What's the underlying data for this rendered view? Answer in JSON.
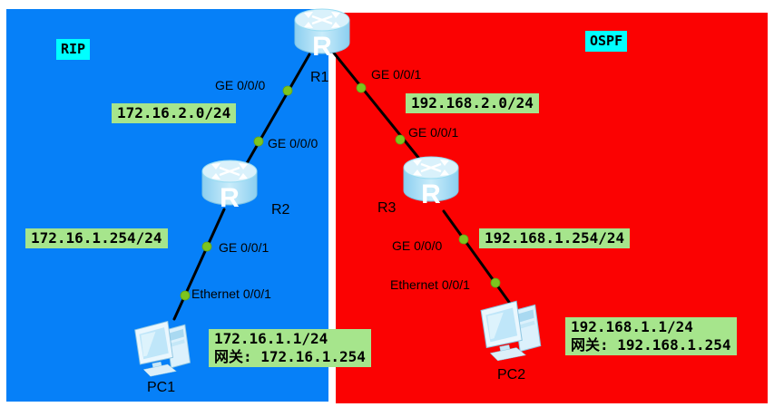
{
  "regions": {
    "rip": {
      "label": "RIP"
    },
    "ospf": {
      "label": "OSPF"
    }
  },
  "devices": {
    "r1": {
      "name": "R1",
      "type": "router"
    },
    "r2": {
      "name": "R2",
      "type": "router"
    },
    "r3": {
      "name": "R3",
      "type": "router"
    },
    "pc1": {
      "name": "PC1",
      "type": "pc"
    },
    "pc2": {
      "name": "PC2",
      "type": "pc"
    }
  },
  "links": {
    "r1_r2": {
      "port_a": "GE 0/0/0",
      "port_b": "GE 0/0/0",
      "network": "172.16.2.0/24"
    },
    "r1_r3": {
      "port_a": "GE 0/0/1",
      "port_b": "GE 0/0/1",
      "network": "192.168.2.0/24"
    },
    "r2_pc1": {
      "port_a": "GE 0/0/1",
      "port_b": "Ethernet 0/0/1",
      "gateway_ip": "172.16.1.254/24"
    },
    "r3_pc2": {
      "port_a": "GE 0/0/0",
      "port_b": "Ethernet 0/0/1",
      "gateway_ip": "192.168.1.254/24"
    }
  },
  "hosts": {
    "pc1": {
      "ip": "172.16.1.1/24",
      "gateway": "网关: 172.16.1.254"
    },
    "pc2": {
      "ip": "192.168.1.1/24",
      "gateway": "网关: 192.168.1.254"
    }
  },
  "colors": {
    "rip_area": "#0680F8",
    "ospf_area": "#FB0202",
    "protocol_note_bg": "#00FFFF",
    "ip_note_bg": "#A6E58C",
    "port_dot": "#7CC51E",
    "link_line": "#000000"
  }
}
